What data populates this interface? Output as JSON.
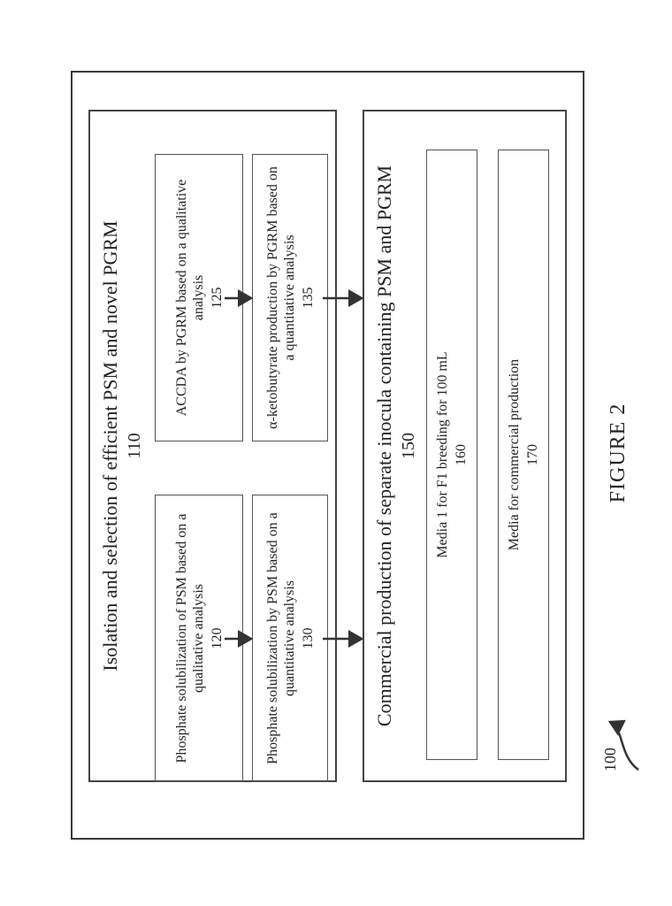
{
  "diagram": {
    "reference_number": "100",
    "group_top": {
      "title": "Isolation and selection of efficient PSM and novel PGRM",
      "number": "110",
      "nodes": [
        {
          "text": "Phosphate solubilization of PSM based on a qualitative analysis",
          "number": "120"
        },
        {
          "text": "ACCDA by PGRM based on a qualitative analysis",
          "number": "125"
        },
        {
          "text": "Phosphate solubilization by PSM based on a quantitative analysis",
          "number": "130"
        },
        {
          "text": "α-ketobutyrate production by PGRM based on a quantitative analysis",
          "number": "135"
        }
      ]
    },
    "group_bottom": {
      "title": "Commercial production of separate inocula containing PSM and PGRM",
      "number": "150",
      "nodes": [
        {
          "text": "Media 1 for F1 breeding for 100 mL",
          "number": "160"
        },
        {
          "text": "Media for commercial production",
          "number": "170"
        }
      ]
    },
    "figure_label": "FIGURE 2"
  }
}
